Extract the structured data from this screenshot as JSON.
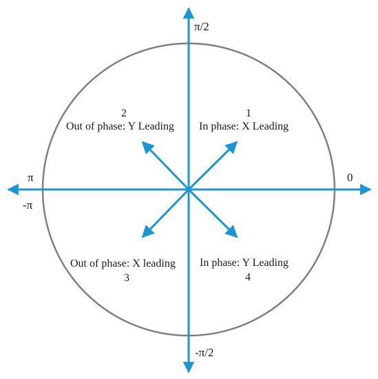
{
  "axis_labels": {
    "top": "π/2",
    "bottom": "-π/2",
    "left_upper": "π",
    "left_lower": "-π",
    "right": "0"
  },
  "quadrants": [
    {
      "number": "1",
      "label": "In phase: X Leading"
    },
    {
      "number": "2",
      "label": "Out of phase: Y Leading"
    },
    {
      "number": "3",
      "label": "Out of phase: X leading"
    },
    {
      "number": "4",
      "label": "In phase: Y Leading"
    }
  ],
  "colors": {
    "axis": "#1a96d4",
    "circle": "#7f7f7f",
    "text": "#1a1a1a"
  }
}
